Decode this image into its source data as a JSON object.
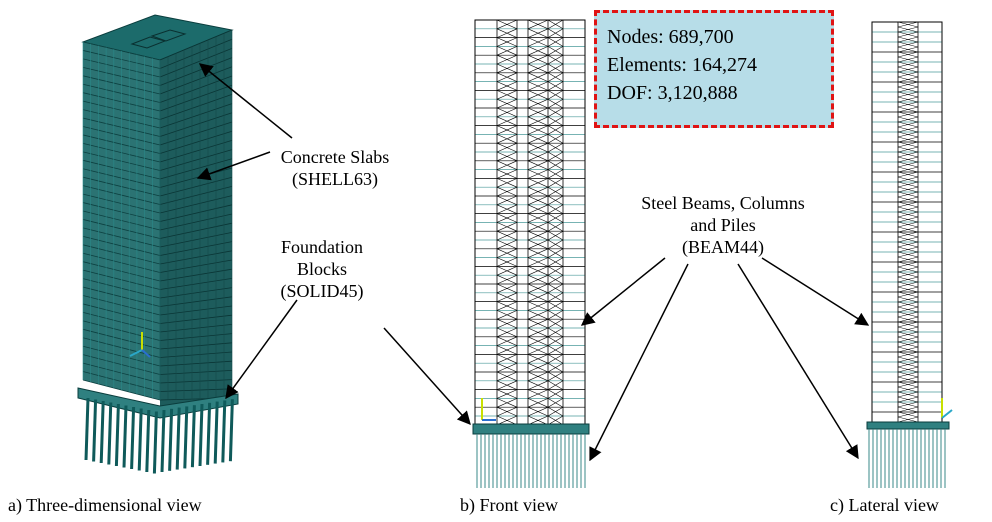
{
  "labels": {
    "slabs": [
      "Concrete Slabs",
      "(SHELL63)"
    ],
    "foundation": [
      "Foundation",
      "Blocks",
      "(SOLID45)"
    ],
    "beams": [
      "Steel Beams, Columns",
      "and Piles",
      "(BEAM44)"
    ]
  },
  "stats": {
    "nodes": "Nodes: 689,700",
    "elements": "Elements: 164,274",
    "dof": "DOF: 3,120,888"
  },
  "captions": {
    "a": "a) Three-dimensional view",
    "b": "b) Front view",
    "c": "c) Lateral view"
  },
  "colors": {
    "mesh": "#0f5a5a",
    "mesh_light": "#2a8a8a",
    "box_fill": "#b7dde8",
    "box_border": "#e01414"
  }
}
